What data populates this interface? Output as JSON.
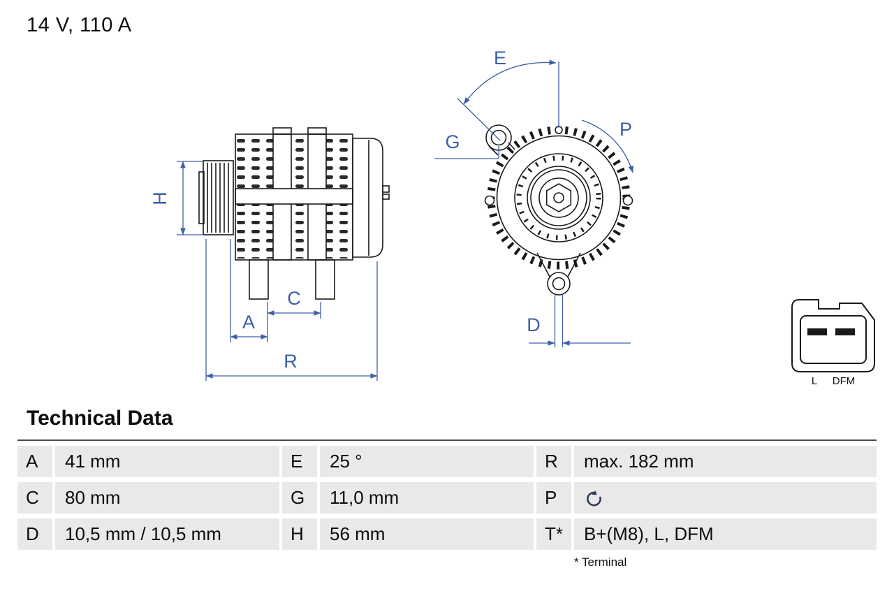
{
  "header": {
    "rating": "14 V, 110 A"
  },
  "diagram": {
    "labels": {
      "H": "H",
      "A": "A",
      "C": "C",
      "R": "R",
      "E": "E",
      "G": "G",
      "P": "P",
      "D": "D"
    },
    "connector": {
      "pin1": "L",
      "pin2": "DFM"
    }
  },
  "technical_data": {
    "title": "Technical Data",
    "rows": [
      [
        {
          "key": "A",
          "value": "41 mm"
        },
        {
          "key": "E",
          "value": "25 °"
        },
        {
          "key": "R",
          "value": "max. 182 mm"
        }
      ],
      [
        {
          "key": "C",
          "value": "80 mm"
        },
        {
          "key": "G",
          "value": "11,0 mm"
        },
        {
          "key": "P",
          "value": "",
          "icon": "rotation-ccw-icon"
        }
      ],
      [
        {
          "key": "D",
          "value": "10,5 mm / 10,5 mm"
        },
        {
          "key": "H",
          "value": "56 mm"
        },
        {
          "key": "T*",
          "value": "B+(M8), L, DFM"
        }
      ]
    ],
    "footnote": "* Terminal"
  },
  "colors": {
    "dimension_blue": "#3D5FA8",
    "drawing_black": "#1A1A1A",
    "row_background": "#E9E9E9",
    "rotation_icon": "#2E3A59"
  }
}
